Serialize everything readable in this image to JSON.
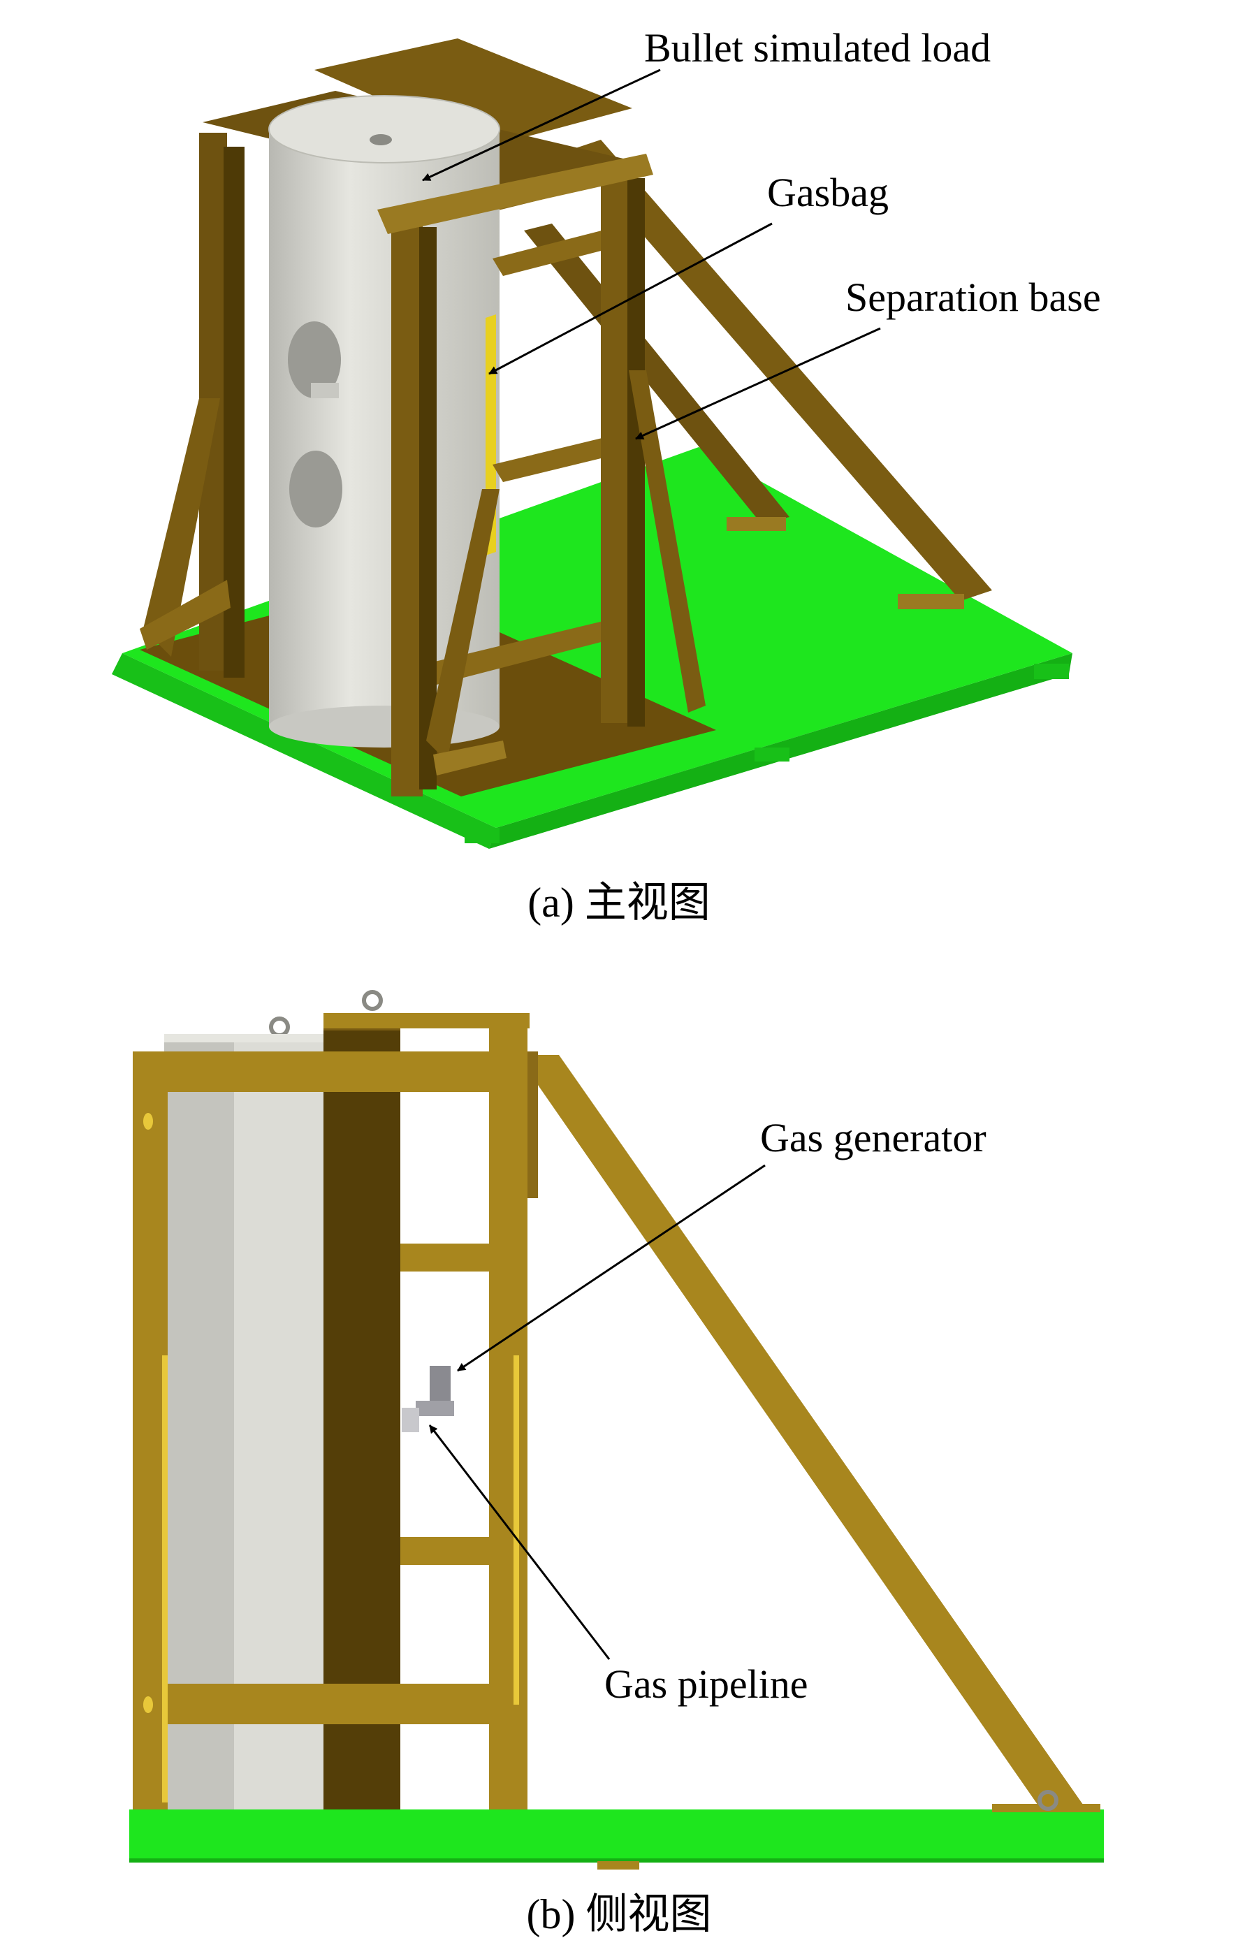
{
  "panels": [
    {
      "caption": "(a) 主视图",
      "labels": {
        "bullet_load": "Bullet simulated load",
        "gasbag": "Gasbag",
        "separation_base": "Separation base"
      }
    },
    {
      "caption": "(b) 侧视图",
      "labels": {
        "gas_generator": "Gas generator",
        "gas_pipeline": "Gas pipeline"
      }
    }
  ],
  "colors": {
    "frame": "#7a5c12",
    "frame_light": "#9a7a22",
    "frame_dark": "#4e3a06",
    "base_green": "#1ee61e",
    "cylinder": "#d6d6d0",
    "gasbag_yellow": "#e8d020",
    "side_frame": "#a8861e"
  }
}
